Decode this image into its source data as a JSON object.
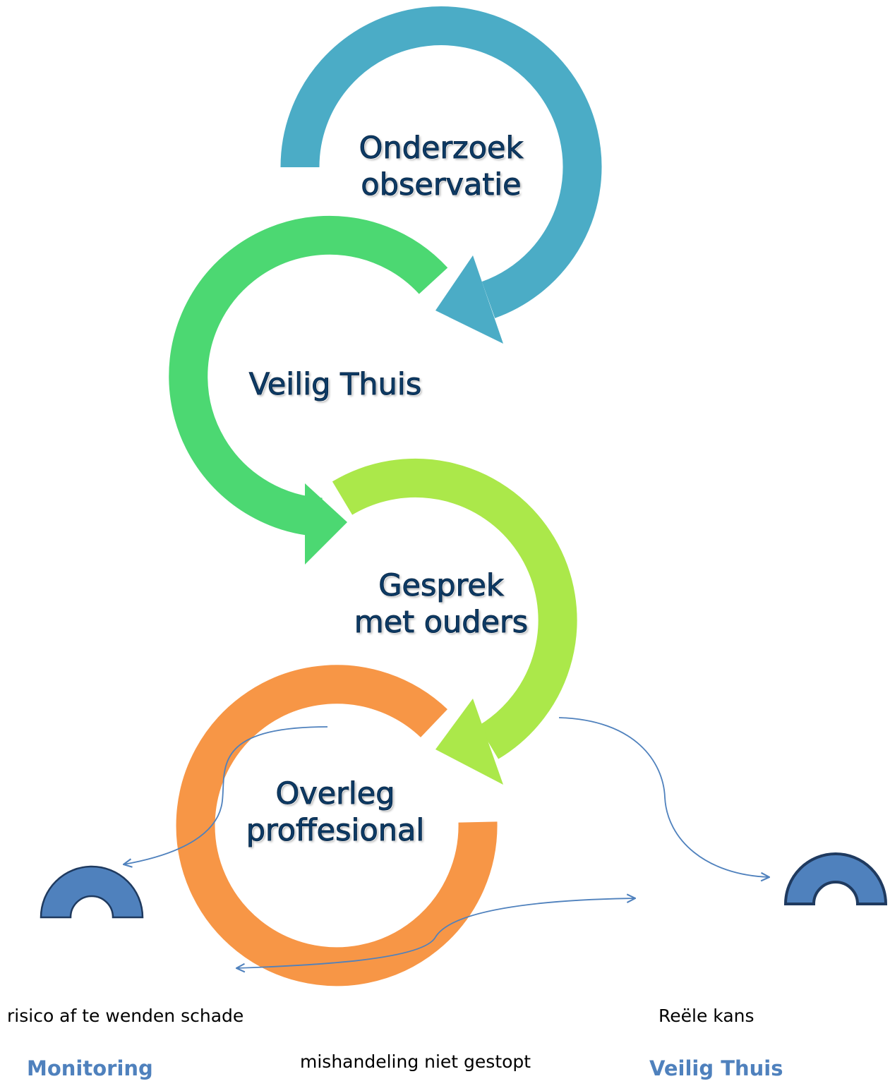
{
  "steps": [
    {
      "label": "Onderzoek\nobservatie",
      "color": "#4bacc6"
    },
    {
      "label": "Veilig Thuis",
      "color": "#4cd872"
    },
    {
      "label": "Gesprek\nmet ouders",
      "color": "#abe84a"
    },
    {
      "label": "Overleg\nproffesional",
      "color": "#f79646"
    }
  ],
  "notes": {
    "left": "risico af te wenden schade",
    "right": "Reële kans",
    "middle": "mishandeling niet gestopt"
  },
  "outcomes": {
    "left": "Monitoring",
    "right": "Veilig Thuis"
  },
  "colors": {
    "connector": "#4f81bd",
    "arch_fill": "#4f81bd",
    "arch_stroke": "#1f3a5f",
    "label_text": "#0d3b66"
  }
}
